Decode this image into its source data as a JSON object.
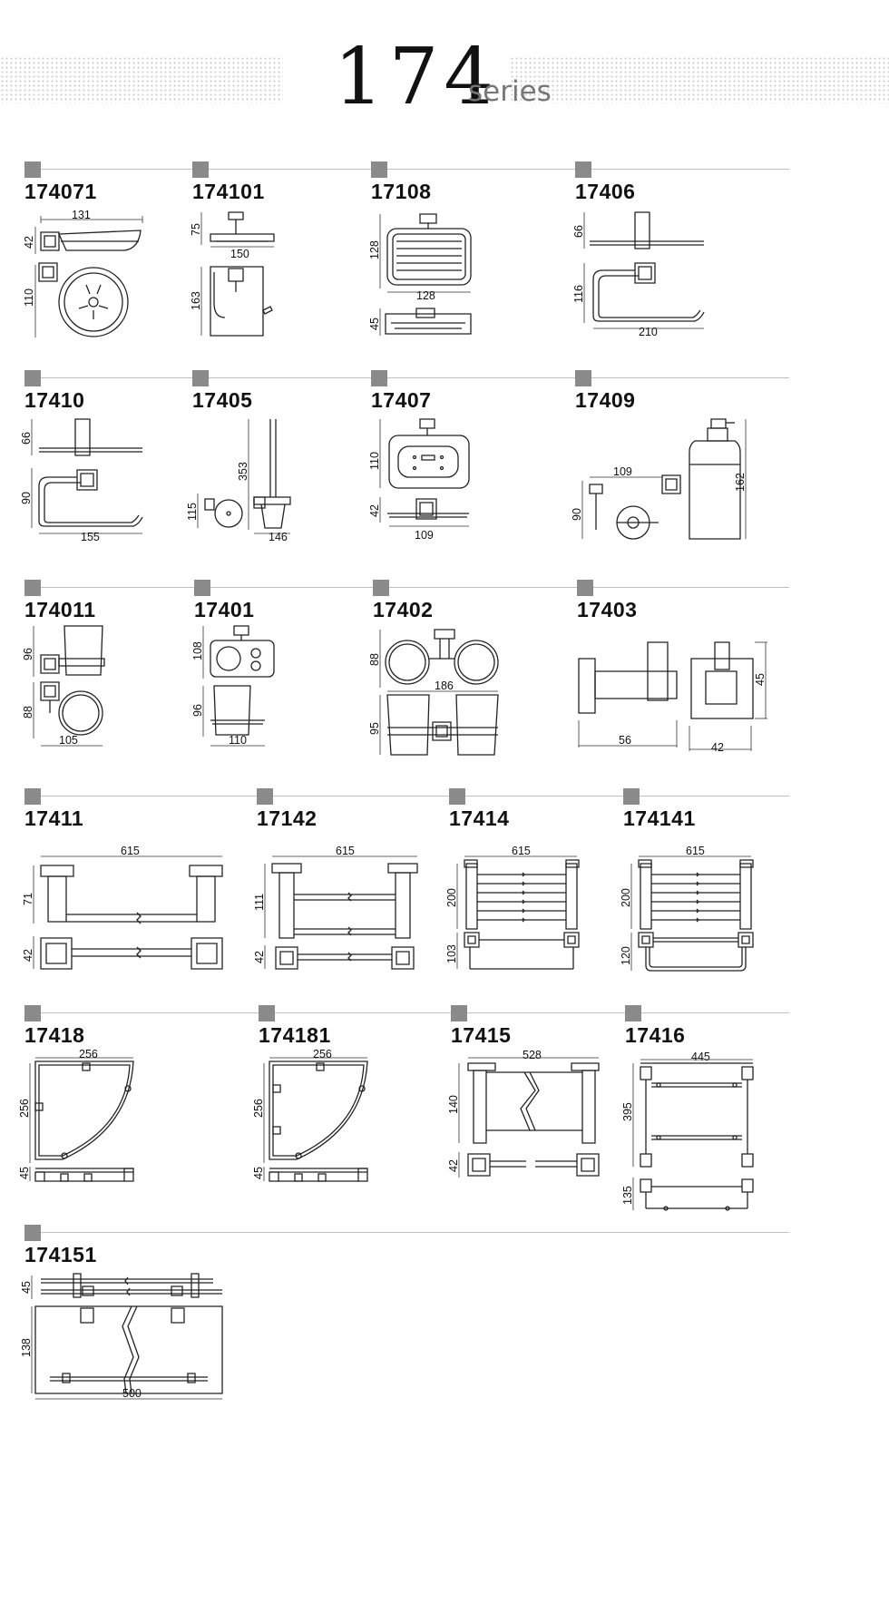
{
  "header": {
    "number": "174",
    "word": "series"
  },
  "items": [
    {
      "code": "174071",
      "dims": [
        "131",
        "42",
        "110"
      ]
    },
    {
      "code": "174101",
      "dims": [
        "75",
        "150",
        "163"
      ]
    },
    {
      "code": "17108",
      "dims": [
        "128",
        "128",
        "45"
      ]
    },
    {
      "code": "17406",
      "dims": [
        "66",
        "116",
        "210"
      ]
    },
    {
      "code": "17410",
      "dims": [
        "66",
        "90",
        "155"
      ]
    },
    {
      "code": "17405",
      "dims": [
        "353",
        "115",
        "146"
      ]
    },
    {
      "code": "17407",
      "dims": [
        "110",
        "42",
        "109"
      ]
    },
    {
      "code": "17409",
      "dims": [
        "109",
        "90",
        "162"
      ]
    },
    {
      "code": "174011",
      "dims": [
        "96",
        "88",
        "105"
      ]
    },
    {
      "code": "17401",
      "dims": [
        "108",
        "96",
        "110"
      ]
    },
    {
      "code": "17402",
      "dims": [
        "88",
        "186",
        "95"
      ]
    },
    {
      "code": "17403",
      "dims": [
        "45",
        "56",
        "42"
      ]
    },
    {
      "code": "17411",
      "dims": [
        "615",
        "71",
        "42"
      ]
    },
    {
      "code": "17142",
      "dims": [
        "615",
        "111",
        "42"
      ]
    },
    {
      "code": "17414",
      "dims": [
        "615",
        "200",
        "103"
      ]
    },
    {
      "code": "174141",
      "dims": [
        "615",
        "200",
        "120"
      ]
    },
    {
      "code": "17418",
      "dims": [
        "256",
        "256",
        "45"
      ]
    },
    {
      "code": "174181",
      "dims": [
        "256",
        "256",
        "45"
      ]
    },
    {
      "code": "17415",
      "dims": [
        "528",
        "140",
        "42"
      ]
    },
    {
      "code": "17416",
      "dims": [
        "445",
        "395",
        "135"
      ]
    },
    {
      "code": "174151",
      "dims": [
        "45",
        "138",
        "500"
      ]
    }
  ]
}
